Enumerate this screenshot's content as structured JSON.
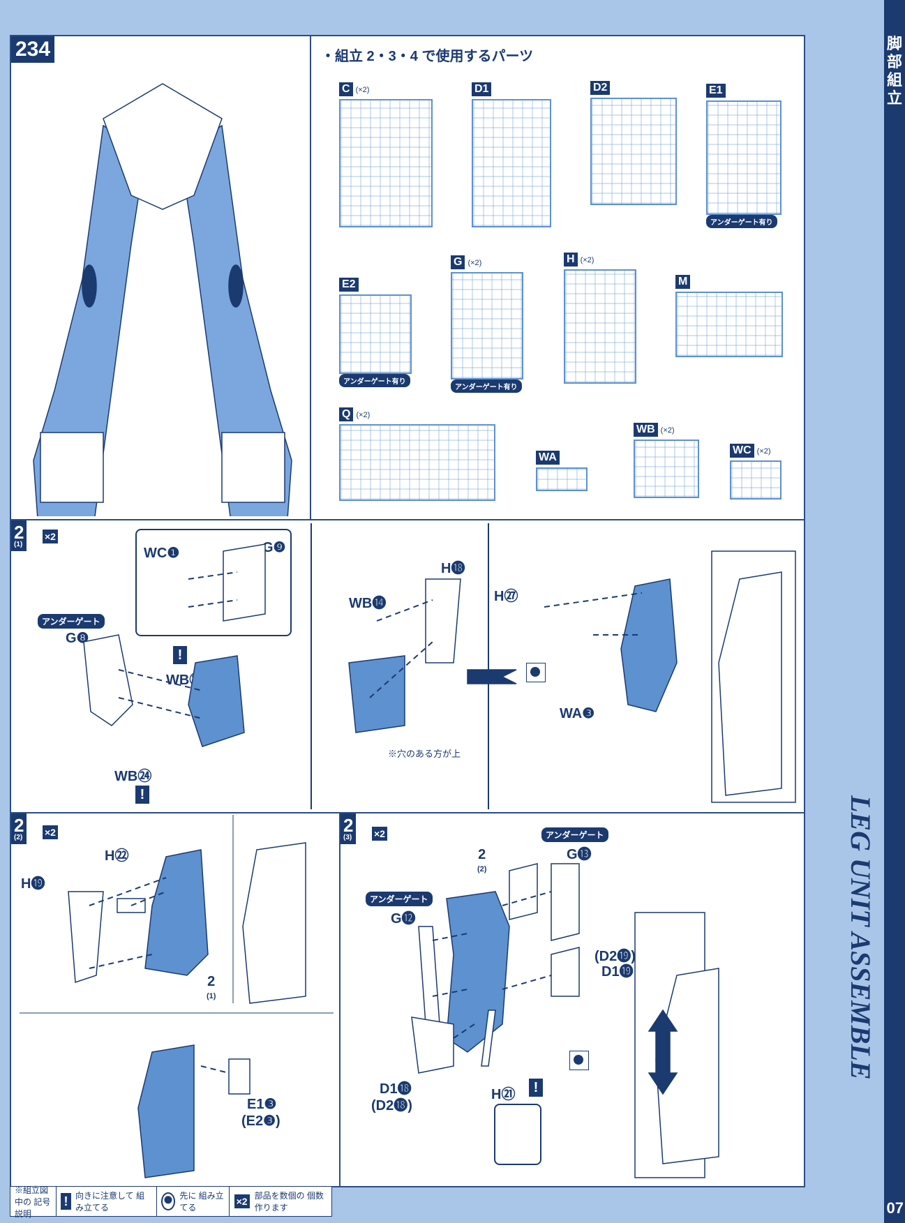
{
  "header": {
    "steps": "234"
  },
  "parts": {
    "title": "・組立 2・3・4 で使用するパーツ",
    "runners": [
      {
        "tag": "C",
        "mult": "(×2)"
      },
      {
        "tag": "D1",
        "mult": ""
      },
      {
        "tag": "D2",
        "mult": ""
      },
      {
        "tag": "E1",
        "mult": "",
        "undergate": "アンダーゲート有り"
      },
      {
        "tag": "E2",
        "mult": "",
        "undergate": "アンダーゲート有り"
      },
      {
        "tag": "G",
        "mult": "(×2)",
        "undergate": "アンダーゲート有り"
      },
      {
        "tag": "H",
        "mult": "(×2)"
      },
      {
        "tag": "M",
        "mult": ""
      },
      {
        "tag": "Q",
        "mult": "(×2)"
      },
      {
        "tag": "WA",
        "mult": ""
      },
      {
        "tag": "WB",
        "mult": "(×2)"
      },
      {
        "tag": "WC",
        "mult": "(×2)"
      }
    ]
  },
  "step2_1": {
    "num": "2",
    "sub": "(1)",
    "mult": "×2",
    "labels": {
      "wc1": "WC❶",
      "g9": "G❾",
      "undergate": "アンダーゲート",
      "g8": "G❽",
      "wb24a": "WB㉔",
      "wb24b": "WB㉔",
      "wb14": "WB⓮",
      "h18": "H⓲",
      "h27": "H㉗",
      "wa3": "WA❸",
      "note": "※穴のある方が上"
    }
  },
  "step2_2": {
    "num": "2",
    "sub": "(2)",
    "mult": "×2",
    "labels": {
      "h22": "H㉒",
      "h19": "H⓳",
      "ref": "2",
      "refsub": "(1)",
      "e13": "E1❸",
      "e23": "(E2❸)"
    }
  },
  "step2_3": {
    "num": "2",
    "sub": "(3)",
    "mult": "×2",
    "labels": {
      "ug1": "アンダーゲート",
      "g13": "G⓭",
      "ref": "2",
      "refsub": "(2)",
      "ug2": "アンダーゲート",
      "g12": "G⓬",
      "d219": "(D2⓳)",
      "d119": "D1⓳",
      "d118": "D1⓲",
      "d218": "(D2⓲)",
      "h21": "H㉑"
    }
  },
  "legend": {
    "title": "※組立図中の 記号説明",
    "warn_text": "向きに注意して 組み立てる",
    "first_text": "先に 組み立てる",
    "mult_icon": "×2",
    "mult_text": "部品を数個の 個数作ります"
  },
  "side": {
    "jp": "脚部組立",
    "en": "LEG UNIT ASSEMBLE",
    "page": "07"
  }
}
